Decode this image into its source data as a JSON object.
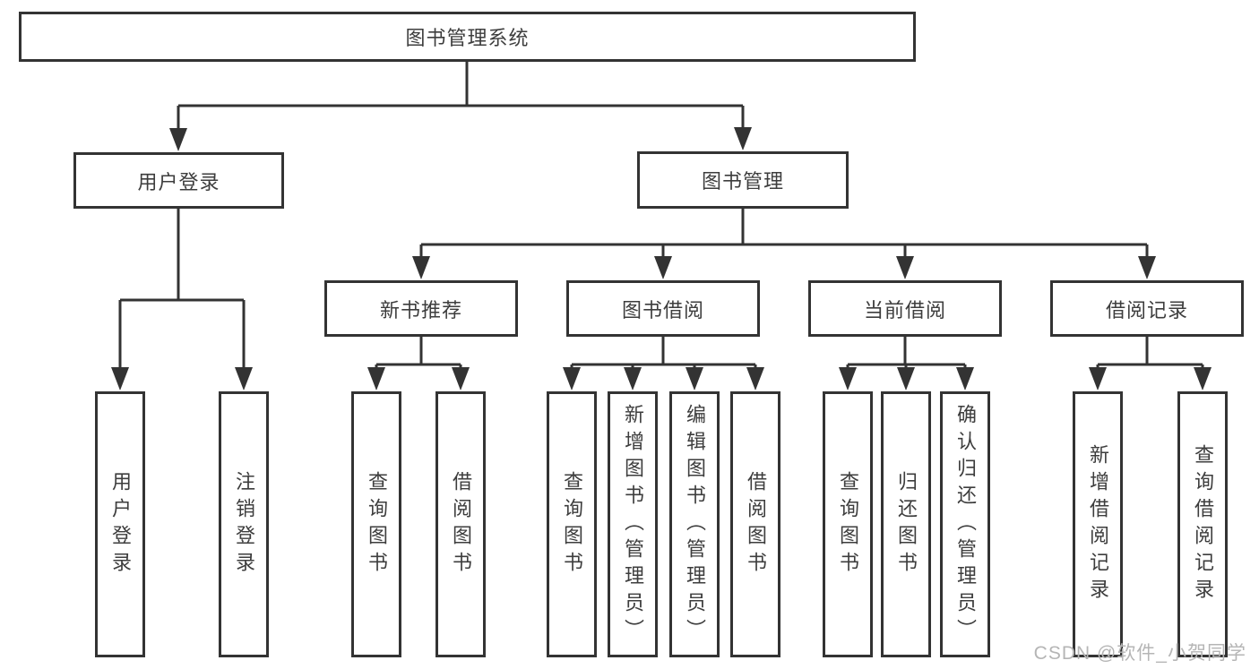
{
  "diagram": {
    "root": "图书管理系统",
    "level2": [
      "用户登录",
      "图书管理"
    ],
    "level3": [
      "新书推荐",
      "图书借阅",
      "当前借阅",
      "借阅记录"
    ],
    "leaves": {
      "user_login": [
        "用户登录",
        "注销登录"
      ],
      "new_books": [
        "查询图书",
        "借阅图书"
      ],
      "book_borrowing": [
        "查询图书",
        "新增图书（管理员）",
        "编辑图书（管理员）",
        "借阅图书"
      ],
      "current_borrowing": [
        "查询图书",
        "归还图书",
        "确认归还（管理员）"
      ],
      "borrowing_records": [
        "新增借阅记录",
        "查询借阅记录"
      ]
    }
  },
  "watermark": "CSDN @软件_小贺同学",
  "colors": {
    "line": "#333333",
    "text": "#3d3d3d",
    "watermark": "#b5b5b5",
    "background": "#ffffff"
  }
}
